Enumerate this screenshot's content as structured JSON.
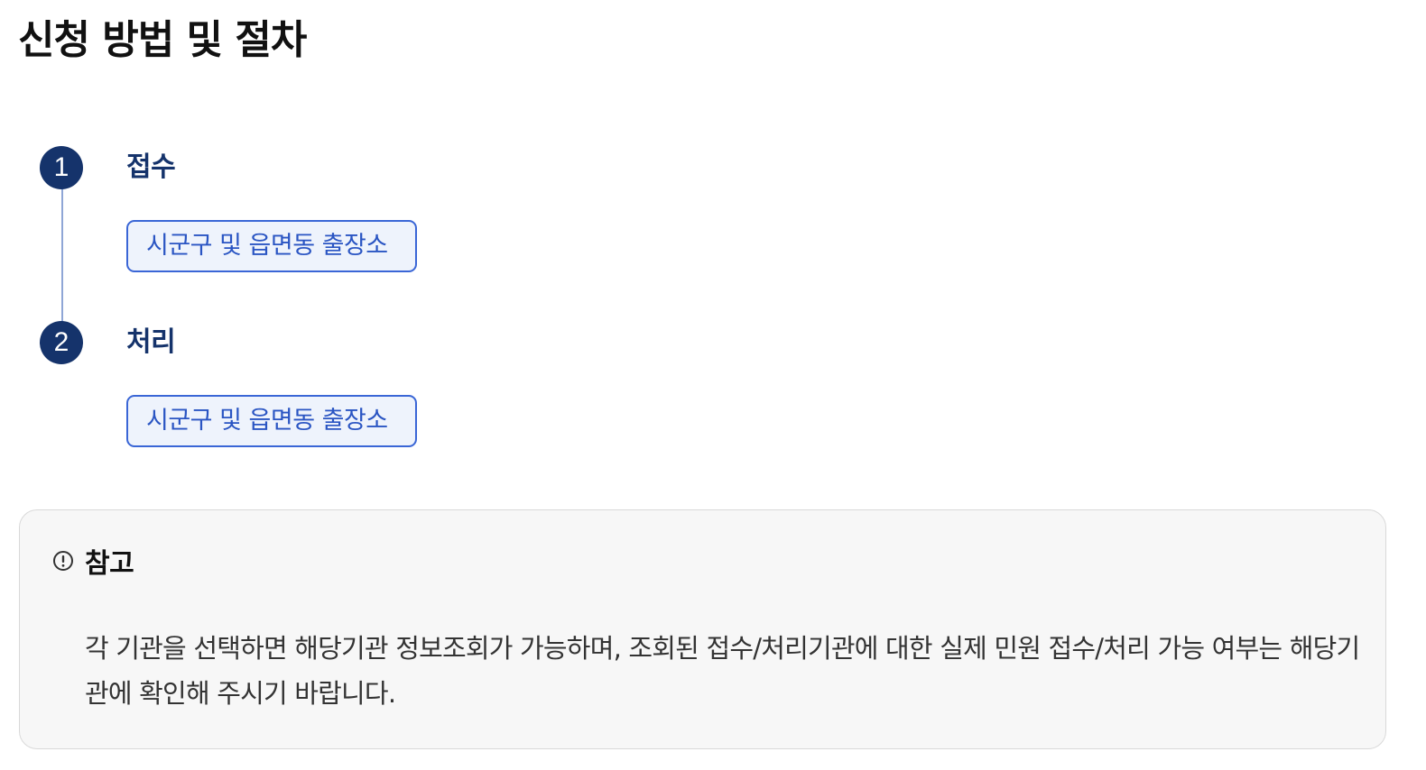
{
  "page": {
    "title": "신청 방법 및 절차"
  },
  "steps": [
    {
      "number": "1",
      "title": "접수",
      "office": "시군구 및 읍면동 출장소"
    },
    {
      "number": "2",
      "title": "처리",
      "office": "시군구 및 읍면동 출장소"
    }
  ],
  "note": {
    "icon": "info-circle-icon",
    "title": "참고",
    "body": "각 기관을 선택하면 해당기관 정보조회가 가능하며, 조회된 접수/처리기관에 대한 실제 민원 접수/처리 가능 여부는 해당기관에 확인해 주시기 바랍니다."
  },
  "colors": {
    "step_accent": "#15336b",
    "box_border": "#3a66d6",
    "box_background": "#eef3fc",
    "box_text": "#2a55c3",
    "note_background": "#f7f7f7"
  }
}
